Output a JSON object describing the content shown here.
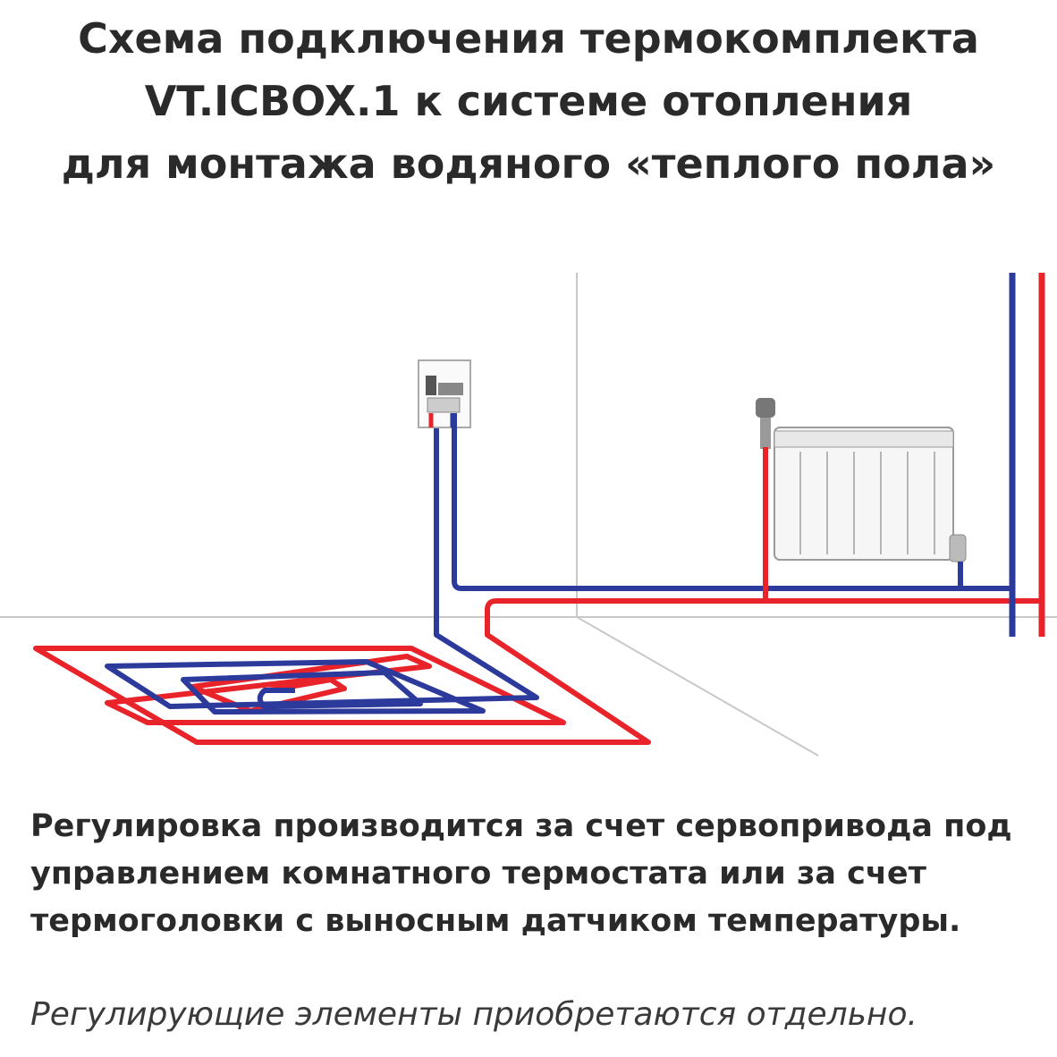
{
  "title": {
    "line1": "Схема подключения термокомплекта",
    "line2": "VT.ICBOX.1 к системе отопления",
    "line3": "для монтажа водяного «теплого пола»"
  },
  "description": {
    "line1": "Регулировка производится за счет сервопривода под",
    "line2": "управлением комнатного термостата или за счет",
    "line3": "термоголовки с выносным датчиком температуры."
  },
  "note": "Регулирующие элементы приобретаются отдельно.",
  "colors": {
    "supply_pipe": "#e8232a",
    "return_pipe": "#2c3a9c",
    "wall_lines": "#c8c8c8",
    "text": "#2a2a2a"
  },
  "icons": [
    "mixing-box-icon",
    "radiator-icon",
    "thermostatic-head-icon"
  ]
}
